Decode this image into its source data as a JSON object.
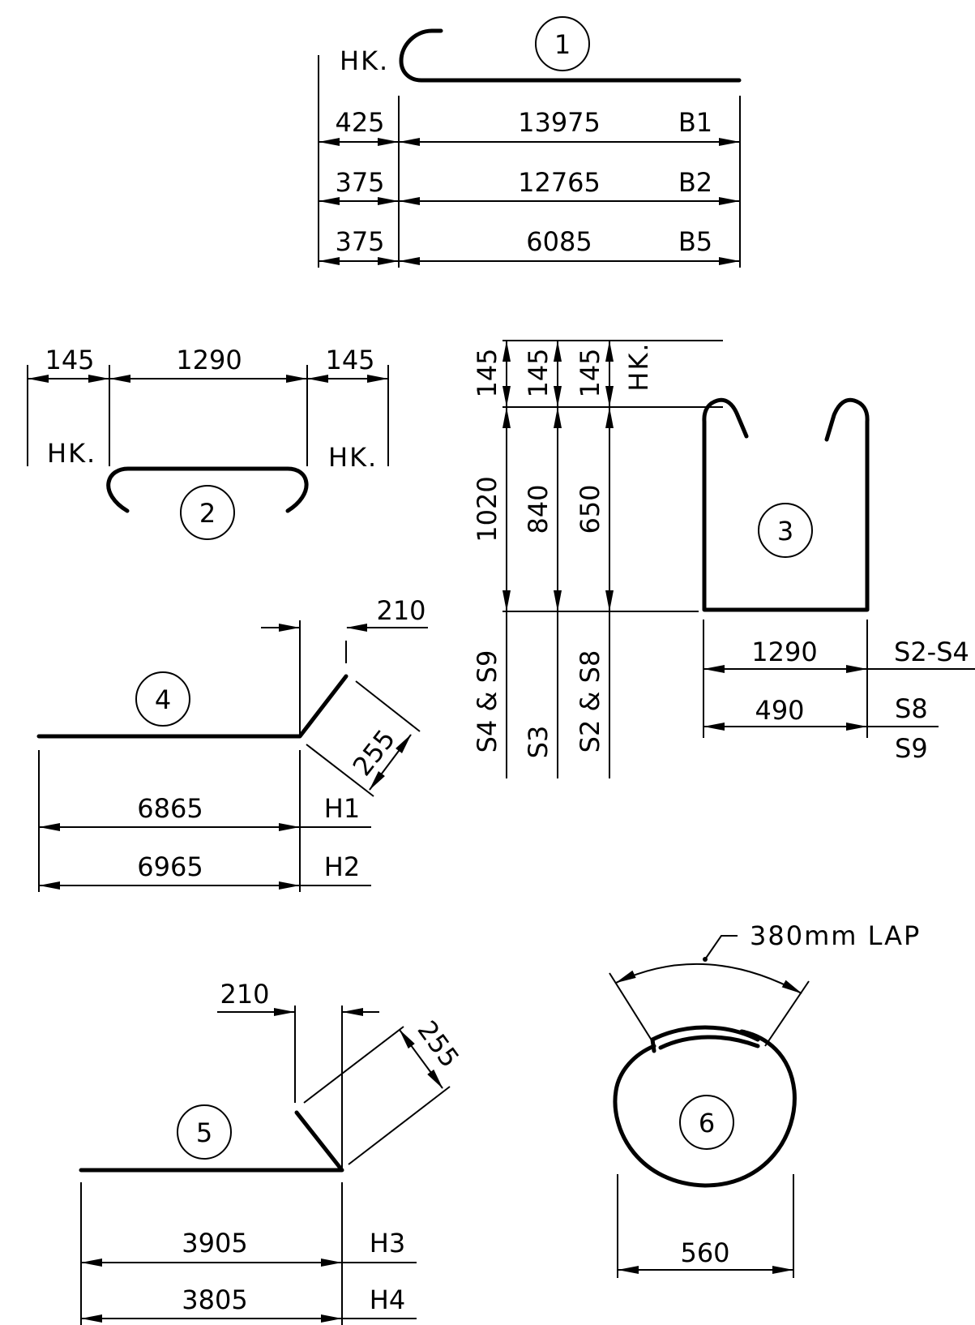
{
  "hook_label": "HK.",
  "shape1": {
    "number": "1",
    "rows": [
      {
        "hook": "425",
        "length": "13975",
        "mark": "B1"
      },
      {
        "hook": "375",
        "length": "12765",
        "mark": "B2"
      },
      {
        "hook": "375",
        "length": "6085",
        "mark": "B5"
      }
    ]
  },
  "shape2": {
    "number": "2",
    "left": "145",
    "middle": "1290",
    "right": "145"
  },
  "shape3": {
    "number": "3",
    "hooks": [
      "145",
      "145",
      "145"
    ],
    "heights": [
      "1020",
      "840",
      "650"
    ],
    "marks": [
      "S4 & S9",
      "S3",
      "S2 & S8"
    ],
    "width_rows": [
      {
        "value": "1290",
        "mark": "S2-S4"
      },
      {
        "value": "490",
        "mark": "S8",
        "mark2": "S9"
      }
    ]
  },
  "shape4": {
    "number": "4",
    "offset": "210",
    "slope": "255",
    "rows": [
      {
        "value": "6865",
        "mark": "H1"
      },
      {
        "value": "6965",
        "mark": "H2"
      }
    ]
  },
  "shape5": {
    "number": "5",
    "offset": "210",
    "slope": "255",
    "rows": [
      {
        "value": "3905",
        "mark": "H3"
      },
      {
        "value": "3805",
        "mark": "H4"
      }
    ]
  },
  "shape6": {
    "number": "6",
    "lap": "380mm LAP",
    "diameter": "560"
  }
}
